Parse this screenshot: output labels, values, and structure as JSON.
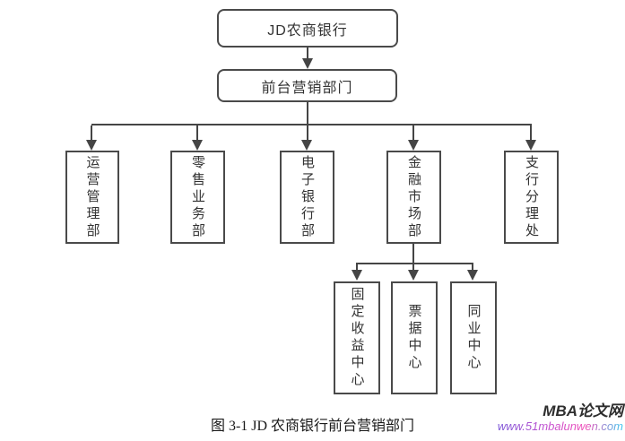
{
  "figure": {
    "root": {
      "label": "JD农商银行"
    },
    "front_office": {
      "label": "前台营销部门"
    },
    "departments": [
      {
        "label": "运营管理部"
      },
      {
        "label": "零售业务部"
      },
      {
        "label": "电子银行部"
      },
      {
        "label": "金融市场部"
      },
      {
        "label": "支行分理处"
      }
    ],
    "financial_market_subcenters": [
      {
        "label": "固定收益中心"
      },
      {
        "label": "票据中心"
      },
      {
        "label": "同业中心"
      }
    ]
  },
  "caption": "图 3-1 JD 农商银行前台营销部门",
  "watermark": {
    "site_name": "MBA论文网",
    "site_url": "www.51mbalunwen.com"
  },
  "colors": {
    "connector_line": "#454545",
    "box_border": "#4a4a4a",
    "box_text": "#333333",
    "caption_text": "#1a1a1a",
    "watermark_name": "#2e2e2e",
    "url_gradient": [
      "#7a55d8",
      "#c44fd0",
      "#f04fb8",
      "#38c8f0"
    ]
  }
}
